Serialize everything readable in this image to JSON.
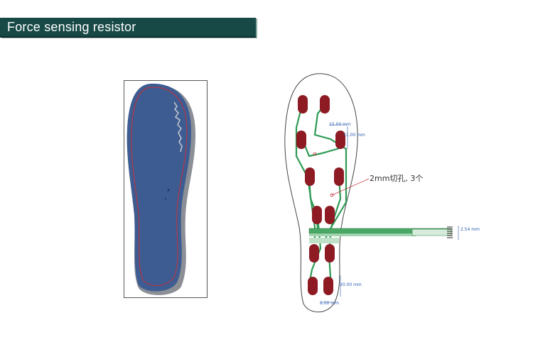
{
  "header": {
    "title": "Force sensing resistor"
  },
  "diagram": {
    "hole_note": "2mm切孔, 3个",
    "dimensions": [
      "15.00 mm",
      "11.00 mm",
      "20.00 mm",
      "8.00 mm",
      "2.54 mm"
    ]
  },
  "colors": {
    "header_bg": "#174a46",
    "insole_blue": "#3d5c92",
    "sensor_red": "#8e1b24",
    "trace_green": "#2e9a55",
    "dimension_blue": "#2a5db0"
  }
}
